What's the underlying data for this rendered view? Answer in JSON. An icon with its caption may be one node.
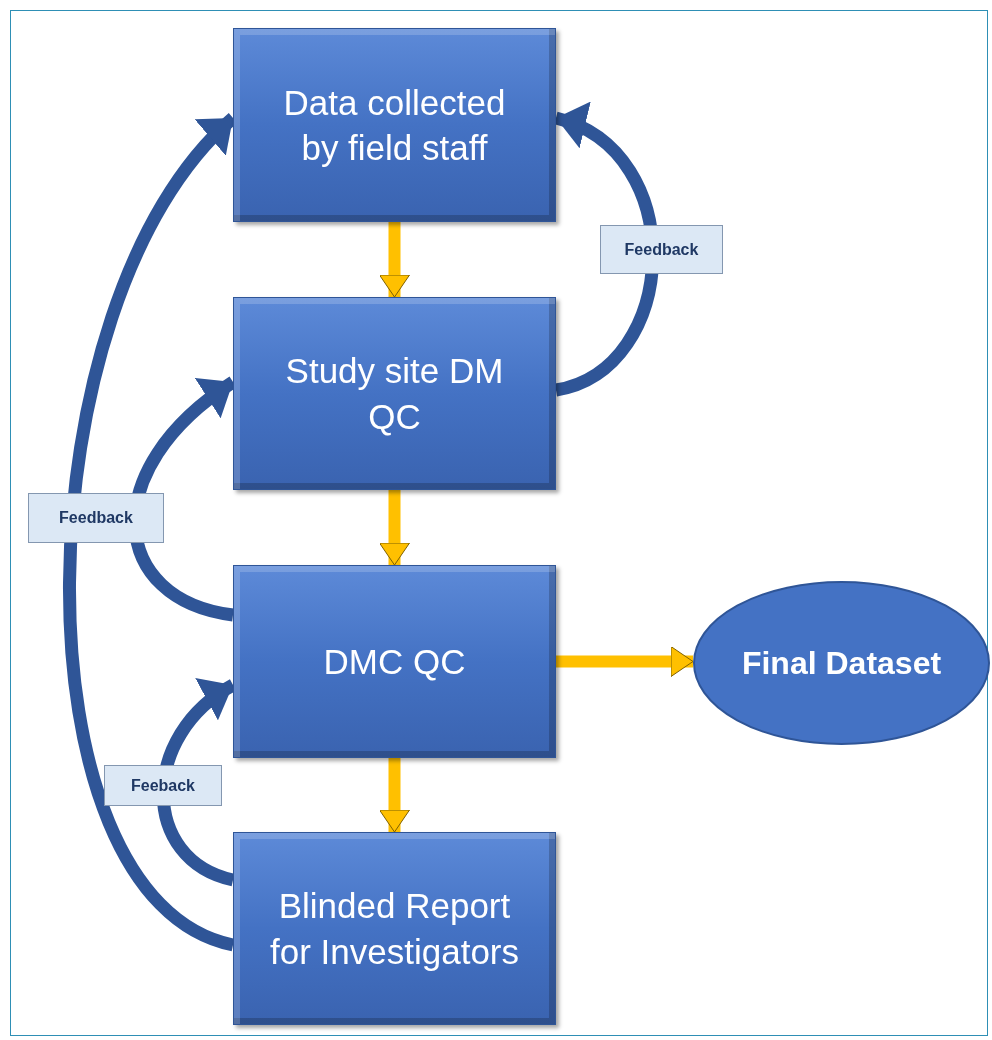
{
  "diagram": {
    "nodes": [
      {
        "text": [
          "Data collected by field staff"
        ]
      },
      {
        "text": [
          "Study site DM QC"
        ]
      },
      {
        "text": [
          "DMC QC"
        ]
      },
      {
        "text": [
          "Blinded Report for Investigators"
        ]
      },
      {
        "text": [
          "Final Dataset"
        ]
      }
    ],
    "edges": [
      {
        "from": 0,
        "to": 1,
        "arrow": "to",
        "color": "#ffc000"
      },
      {
        "from": 1,
        "to": 2,
        "arrow": "to",
        "color": "#ffc000"
      },
      {
        "from": 2,
        "to": 3,
        "arrow": "to",
        "color": "#ffc000"
      },
      {
        "from": 2,
        "to": 4,
        "arrow": "to",
        "color": "#ffc000"
      },
      {
        "from": 1,
        "to": 0,
        "arrow": "to",
        "label": "Feedback",
        "color": "#2f5597"
      },
      {
        "from": 2,
        "to": 1,
        "arrow": "to",
        "label": "Feedback",
        "color": "#2f5597"
      },
      {
        "from": 3,
        "to": 2,
        "arrow": "to",
        "label": "Feeback",
        "color": "#2f5597"
      },
      {
        "from": 3,
        "to": 0,
        "arrow": "to",
        "color": "#2f5597"
      }
    ]
  }
}
